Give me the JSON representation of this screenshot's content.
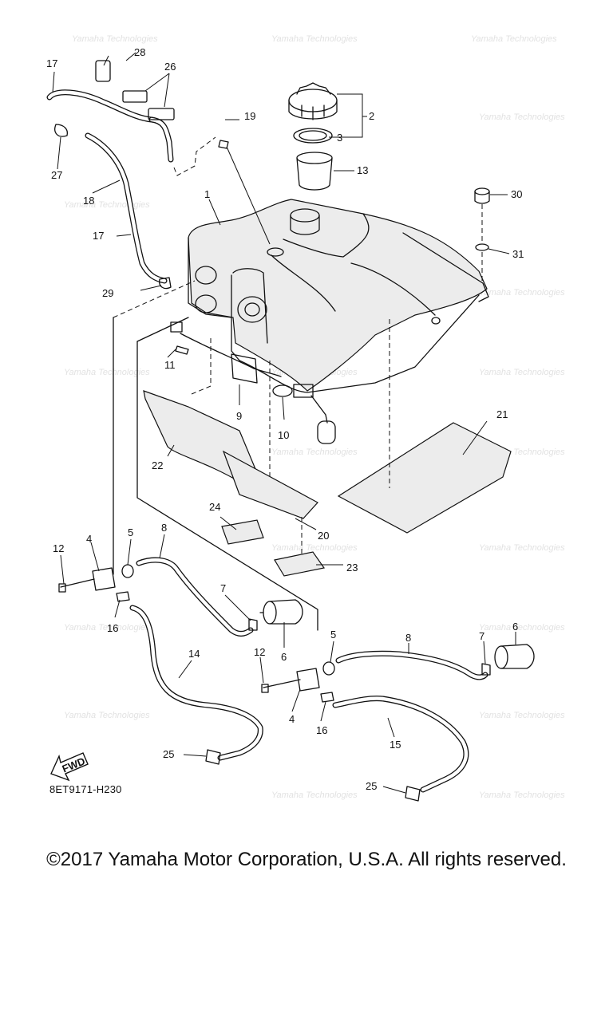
{
  "watermark_text": "Yamaha Technologies",
  "diagram_code": "8ET9171-H230",
  "fwd_label": "FWD",
  "copyright": "©2017 Yamaha Motor Corporation, U.S.A. All rights reserved.",
  "callouts": {
    "n1": "1",
    "n2": "2",
    "n3": "3",
    "n4a": "4",
    "n4b": "4",
    "n5a": "5",
    "n5b": "5",
    "n6a": "6",
    "n6b": "6",
    "n7a": "7",
    "n7b": "7",
    "n8a": "8",
    "n8b": "8",
    "n9": "9",
    "n10": "10",
    "n11": "11",
    "n12a": "12",
    "n12b": "12",
    "n13": "13",
    "n14": "14",
    "n15": "15",
    "n16a": "16",
    "n16b": "16",
    "n17a": "17",
    "n17b": "17",
    "n18": "18",
    "n19": "19",
    "n20": "20",
    "n21": "21",
    "n22": "22",
    "n23": "23",
    "n24": "24",
    "n25a": "25",
    "n25b": "25",
    "n26": "26",
    "n27": "27",
    "n28": "28",
    "n29": "29",
    "n30": "30",
    "n31": "31"
  }
}
